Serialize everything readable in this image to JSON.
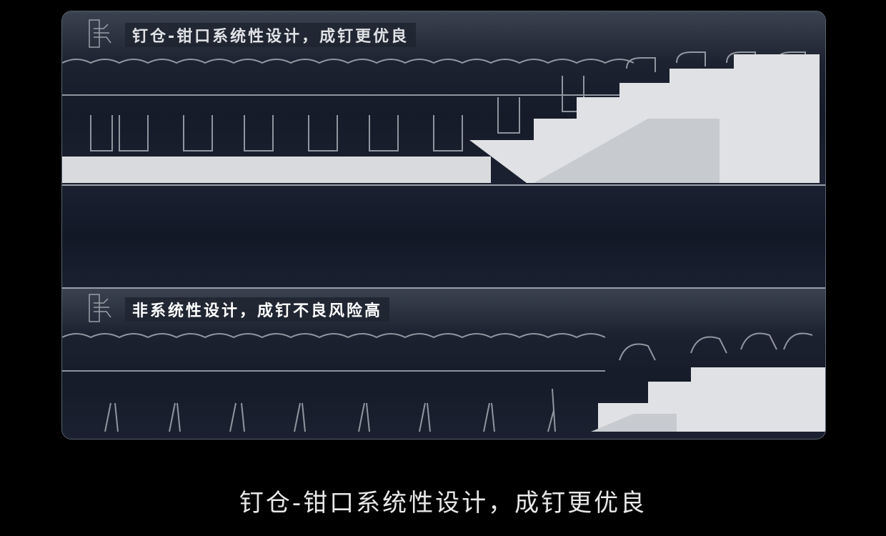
{
  "panel_top": {
    "label": "钉仓-钳口系统性设计，成钉更优良"
  },
  "panel_bottom": {
    "label": "非系统性设计，成钉不良风险高"
  },
  "caption": "钉仓-钳口系统性设计，成钉更优良",
  "colors": {
    "background": "#000000",
    "text": "#e8e8e8"
  }
}
